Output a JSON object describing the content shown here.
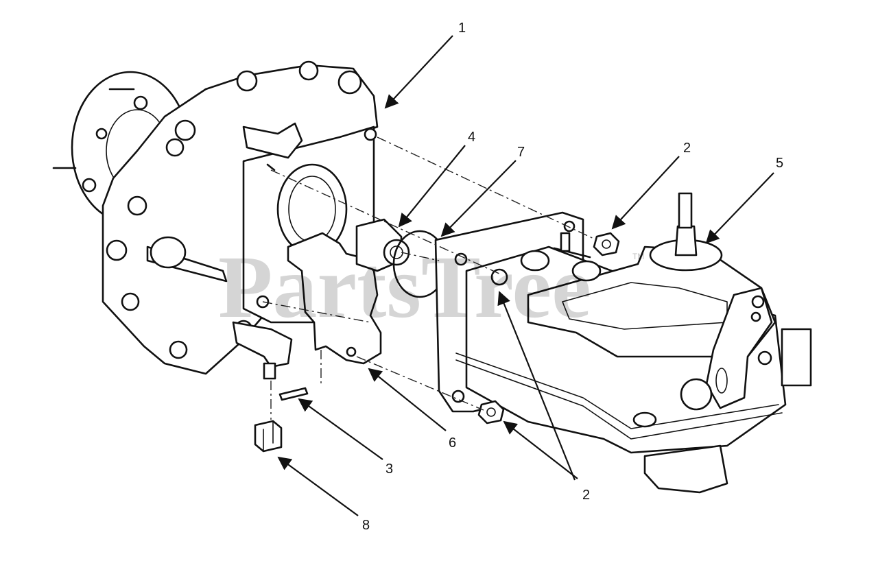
{
  "watermark": {
    "text": "PartsTree",
    "trademark": "TM"
  },
  "callouts": [
    {
      "id": "c1",
      "label": "1"
    },
    {
      "id": "c2a",
      "label": "2"
    },
    {
      "id": "c2b",
      "label": "2"
    },
    {
      "id": "c3",
      "label": "3"
    },
    {
      "id": "c4",
      "label": "4"
    },
    {
      "id": "c5",
      "label": "5"
    },
    {
      "id": "c6",
      "label": "6"
    },
    {
      "id": "c7",
      "label": "7"
    },
    {
      "id": "c8",
      "label": "8"
    }
  ]
}
